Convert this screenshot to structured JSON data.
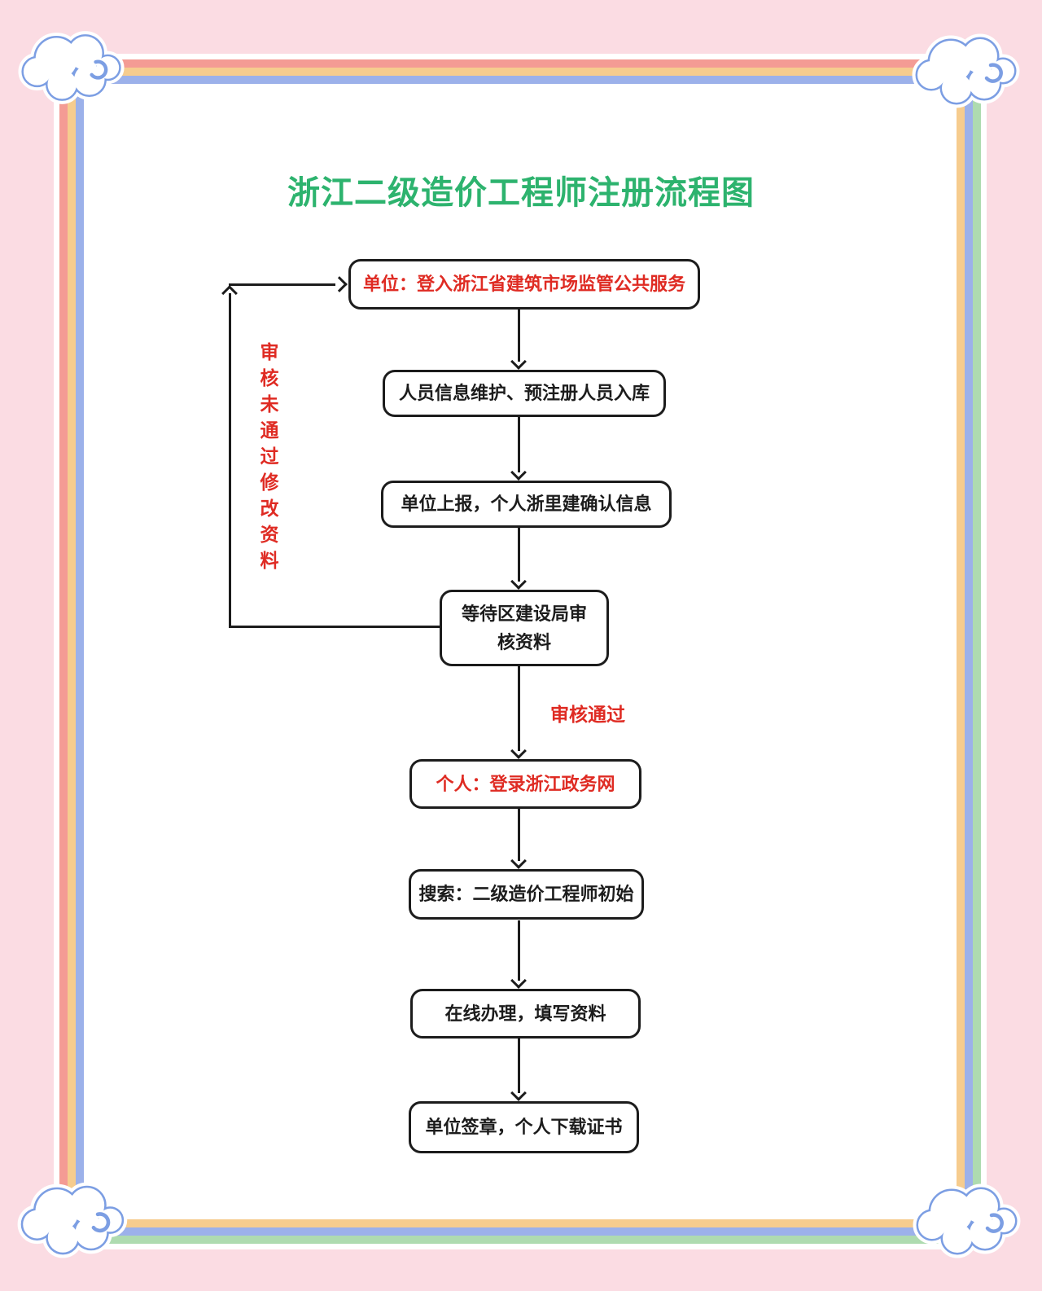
{
  "title": {
    "text": "浙江二级造价工程师注册流程图"
  },
  "flowchart": {
    "nodes": [
      {
        "text": "单位：登入浙江省建筑市场监管公共服务",
        "text_color": "red"
      },
      {
        "text": "人员信息维护、预注册人员入库",
        "text_color": "black"
      },
      {
        "text": "单位上报，个人浙里建确认信息",
        "text_color": "black"
      },
      {
        "text": "等待区建设局审核资料",
        "text_color": "black"
      },
      {
        "text": "个人：登录浙江政务网",
        "text_color": "red"
      },
      {
        "text": "搜索：二级造价工程师初始",
        "text_color": "black"
      },
      {
        "text": "在线办理，填写资料",
        "text_color": "black"
      },
      {
        "text": "单位签章，个人下载证书",
        "text_color": "black"
      }
    ],
    "edge_labels": {
      "approved": "审核通过",
      "rejected": "审核未通过修改资料"
    }
  },
  "colors": {
    "background_pink": "#fbdce3",
    "title_green": "#2db36e",
    "red_text": "#df2b23",
    "box_border": "#1c1c1c",
    "border_stripe_salmon": "#f49b94",
    "border_stripe_orange": "#f6cc8e",
    "border_stripe_blue": "#9cb1ea",
    "border_stripe_green": "#aedbb0",
    "cloud_outline_blue": "#7c9ee3"
  }
}
